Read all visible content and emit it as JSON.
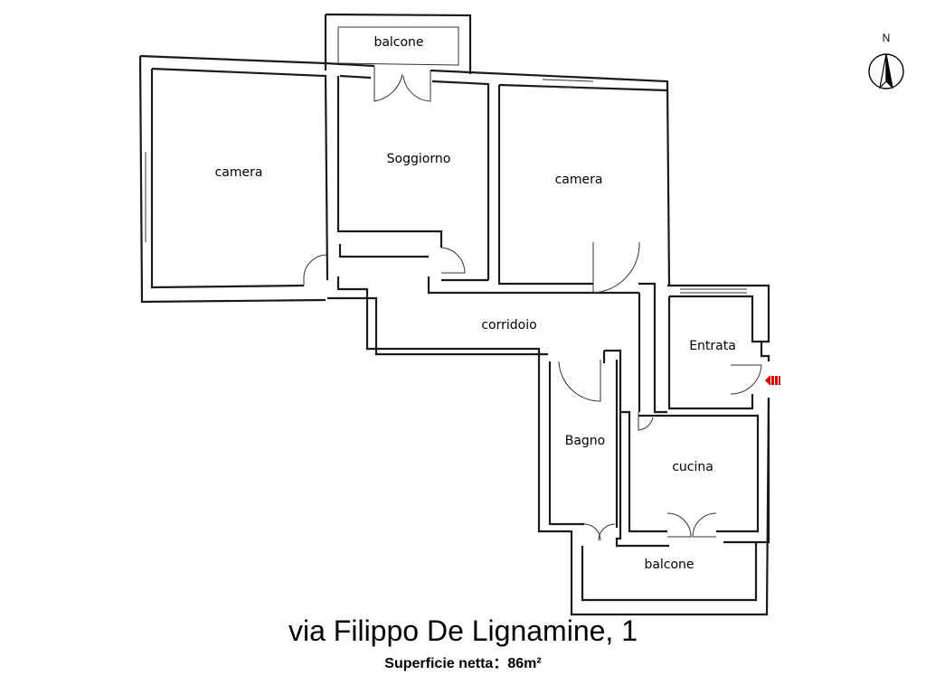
{
  "rooms": {
    "balcone_top": "balcone",
    "camera_left": "camera",
    "soggiorno": "Soggiorno",
    "camera_right": "camera",
    "corridoio": "corridoio",
    "entrata": "Entrata",
    "bagno": "Bagno",
    "cucina": "cucina",
    "balcone_bottom": "balcone"
  },
  "compass": {
    "label": "N",
    "icon": "north-arrow-icon"
  },
  "entrance_marker": {
    "icon": "entrance-arrow-icon",
    "color": "#d40000"
  },
  "address": "via Filippo De Lignamine, 1",
  "surface": "Superficie netta：86m²"
}
